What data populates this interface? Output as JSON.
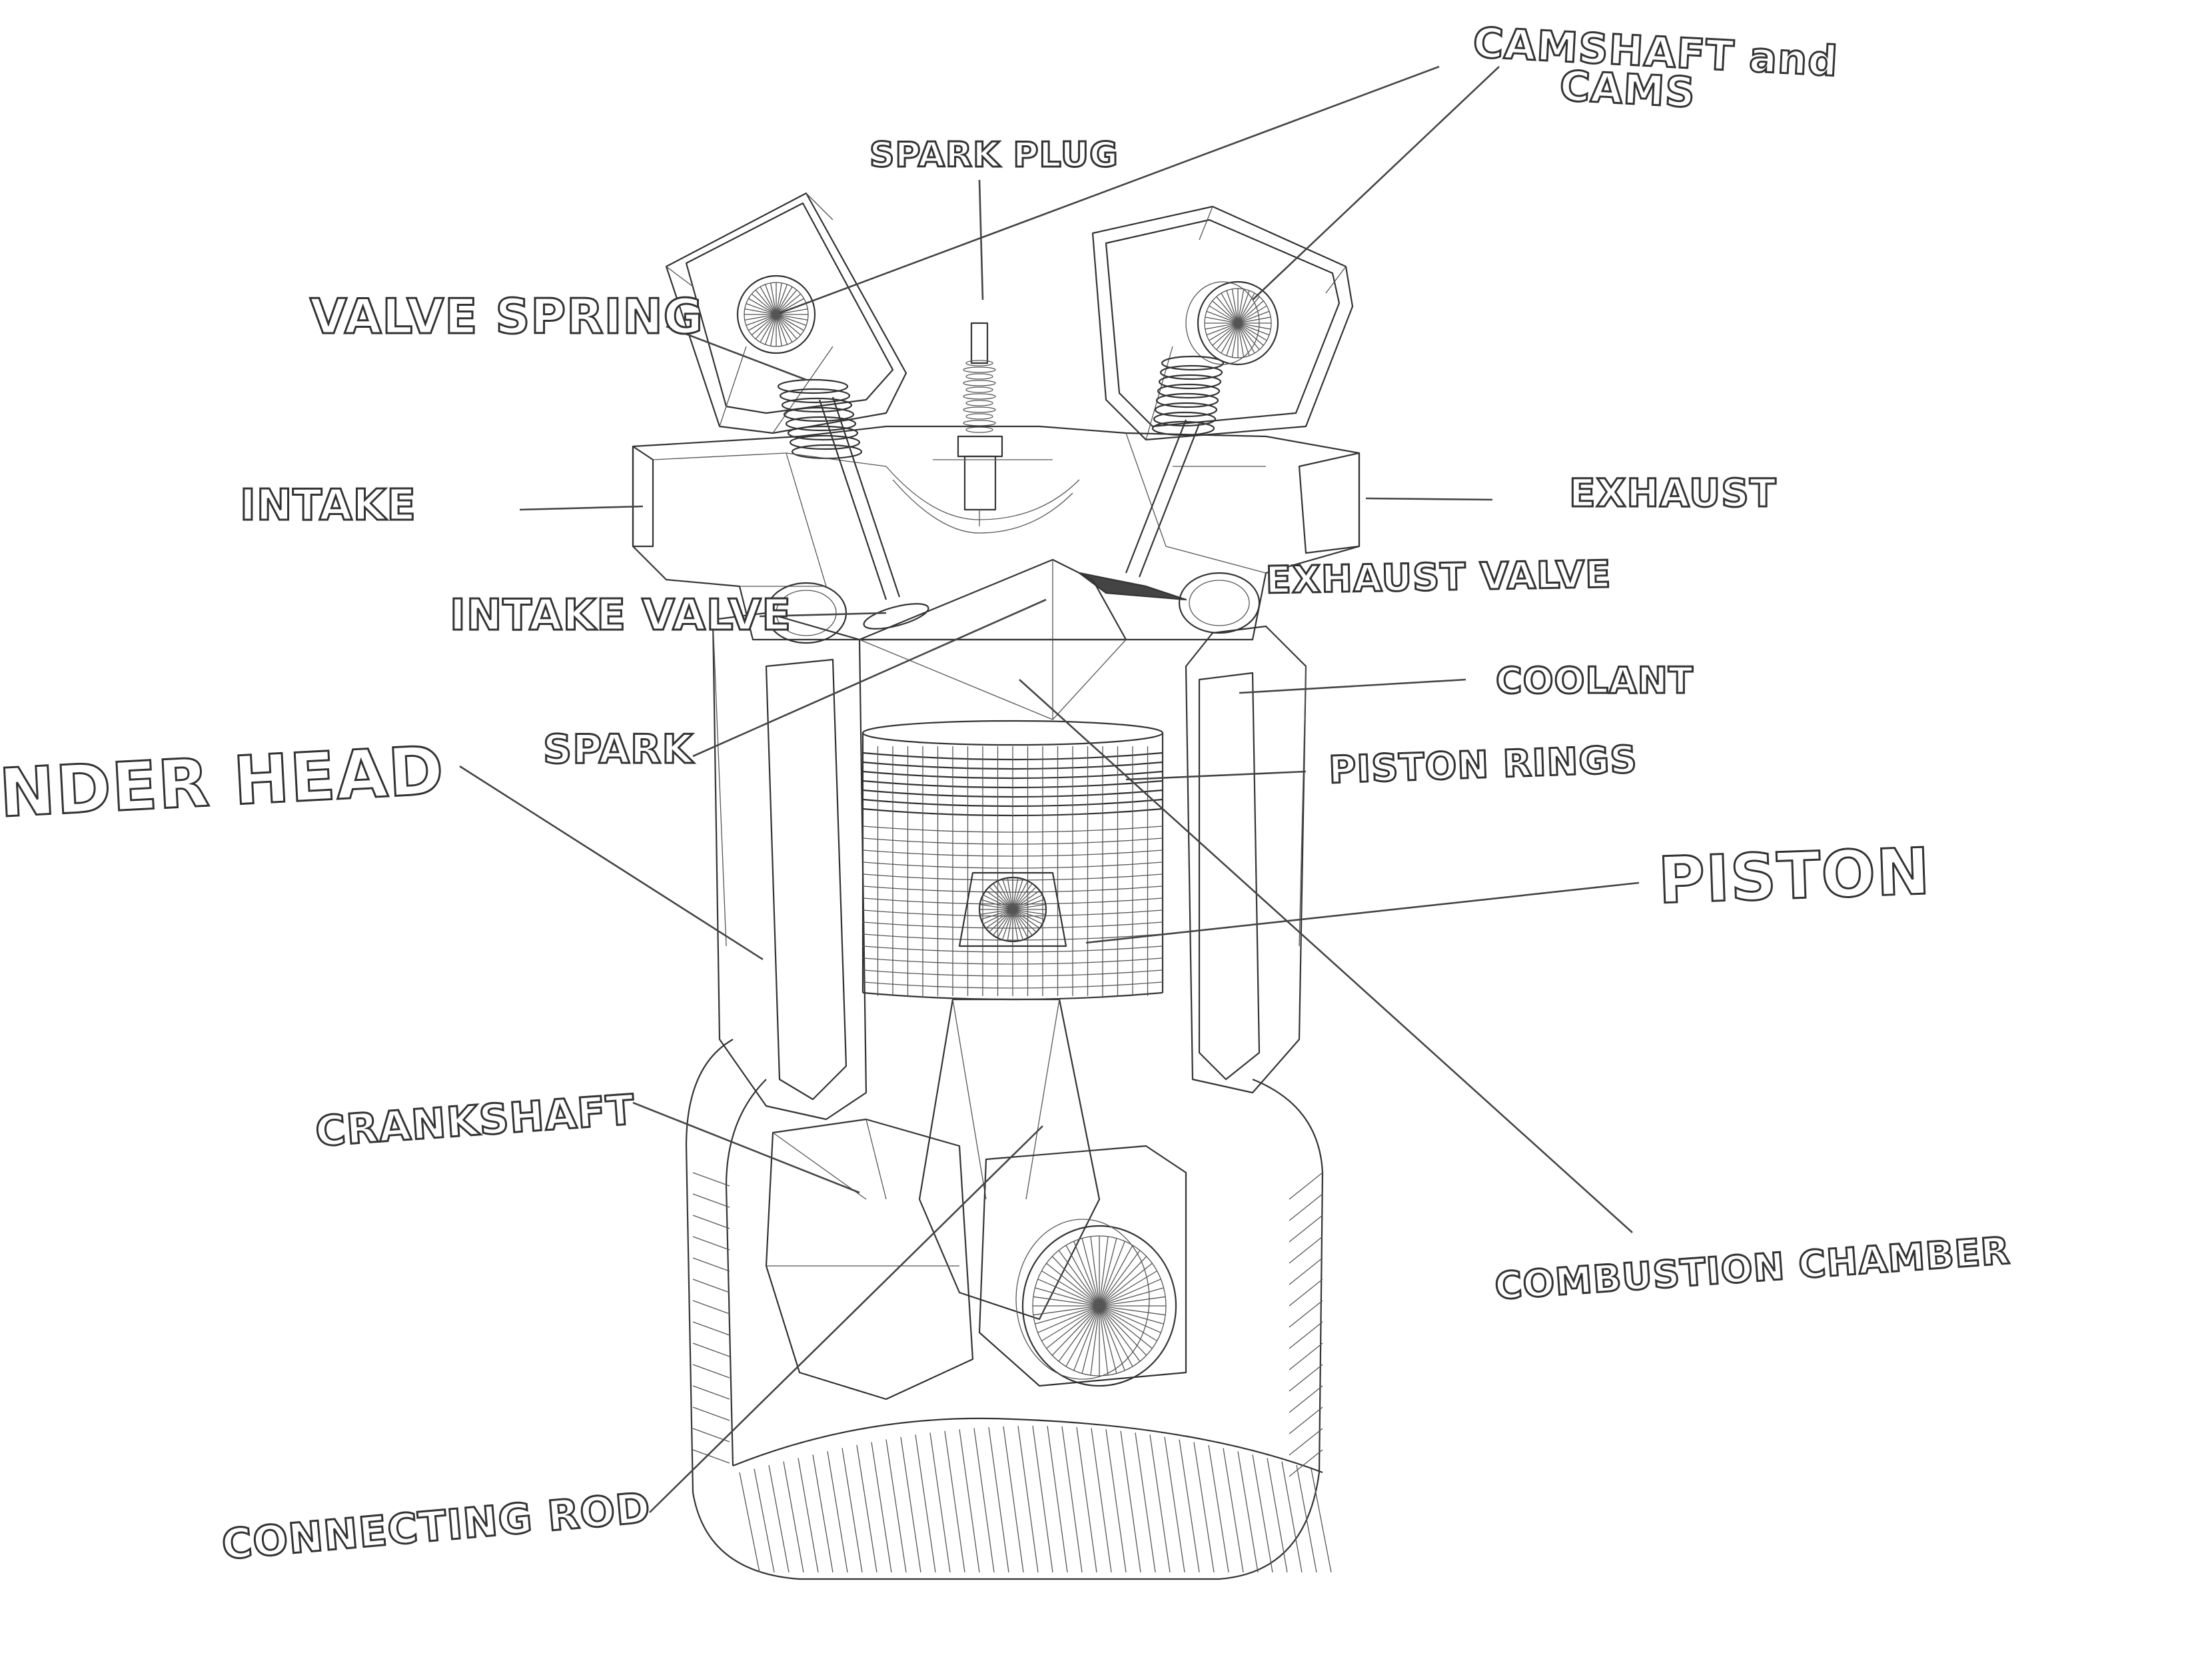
{
  "diagram": {
    "labels": {
      "camshaft_line1": "CAMSHAFT and",
      "camshaft_line2": "CAMS",
      "spark_plug": "SPARK PLUG",
      "valve_spring": "VALVE SPRING",
      "intake": "INTAKE",
      "exhaust": "EXHAUST",
      "exhaust_valve": "EXHAUST VALVE",
      "intake_valve": "INTAKE VALVE",
      "coolant": "COOLANT",
      "spark": "SPARK",
      "piston_rings": "PISTON RINGS",
      "cylinder_head": "CYLINDER HEAD",
      "piston": "PISTON",
      "crankshaft": "CRANKSHAFT",
      "combustion_chamber": "COMBUSTION CHAMBER",
      "connecting_rod": "CONNECTING ROD"
    }
  }
}
